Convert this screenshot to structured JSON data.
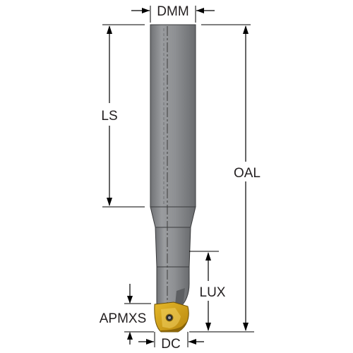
{
  "labels": {
    "dmm": "DMM",
    "ls": "LS",
    "oal": "OAL",
    "lux": "LUX",
    "apmxs": "APMXS",
    "dc": "DC"
  },
  "colors": {
    "tool_body": "#8c8e91",
    "tool_body_shadow": "#6d6f72",
    "tool_body_highlight": "#a5a7aa",
    "insert": "#d4a514",
    "insert_shadow": "#a67c0b",
    "lines": "#000000",
    "text": "#231f20"
  }
}
